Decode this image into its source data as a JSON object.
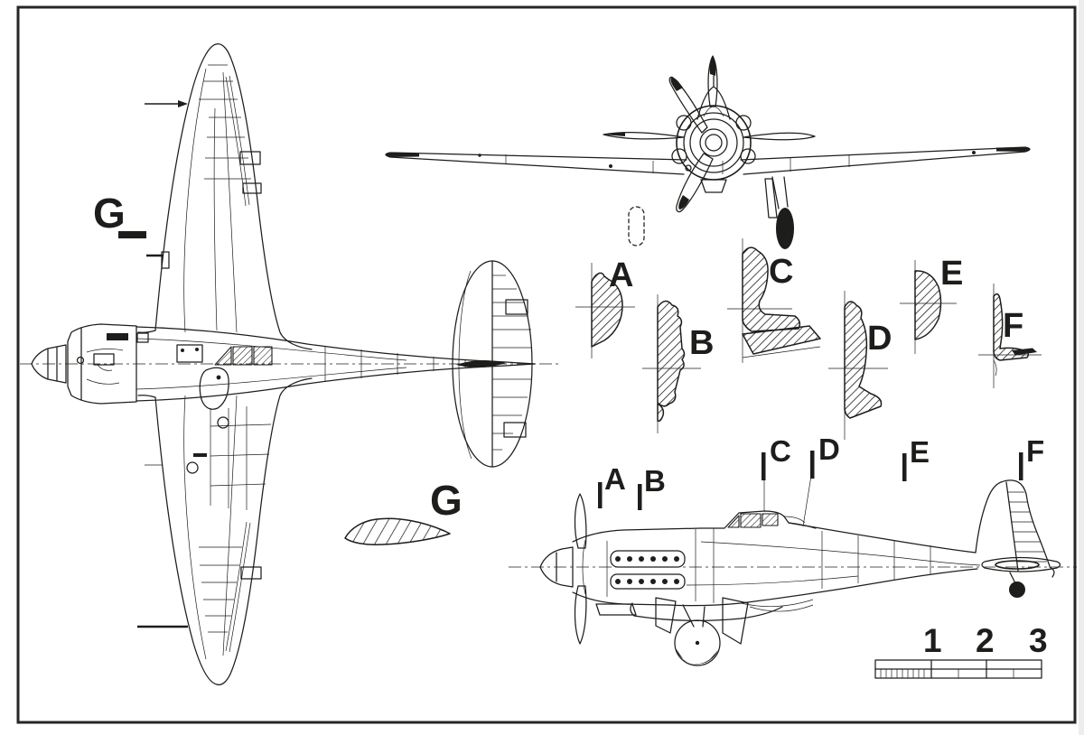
{
  "figure": {
    "description": "Three-view technical line drawing of a single-engine piston fighter aircraft: plan view (left), front view (top right), side profile (bottom right), six hatched fuselage cross-sections, one wing airfoil section and a scale bar",
    "ink_color": "#1d1d1b",
    "paper_color": "#ffffff"
  },
  "plan_view": {
    "station_label": "G"
  },
  "airfoil_section": {
    "label": "G"
  },
  "cross_sections": [
    {
      "label": "A"
    },
    {
      "label": "B"
    },
    {
      "label": "C"
    },
    {
      "label": "D"
    },
    {
      "label": "E"
    },
    {
      "label": "F"
    }
  ],
  "side_view_markers": [
    {
      "label": "A"
    },
    {
      "label": "B"
    },
    {
      "label": "C"
    },
    {
      "label": "D"
    },
    {
      "label": "E"
    },
    {
      "label": "F"
    }
  ],
  "scale_bar": {
    "numbers": [
      "1",
      "2",
      "3"
    ]
  }
}
